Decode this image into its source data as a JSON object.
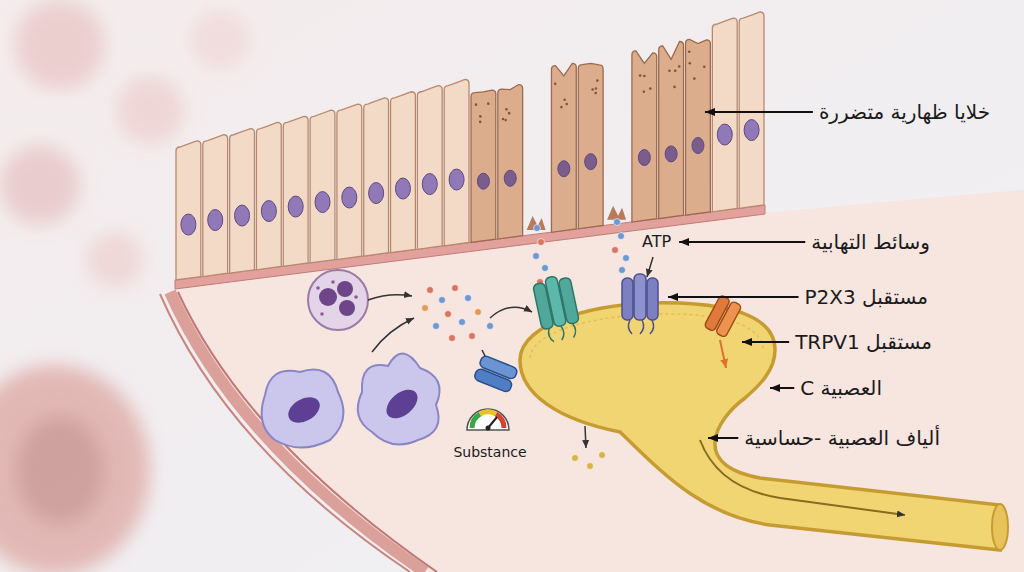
{
  "diagram": {
    "labels": [
      "خلايا ظهارية متضررة",
      "وسائط التهابية",
      "ATP",
      "مستقبل P2X3",
      "مستقبل TRPV1",
      "C العصبية",
      "ألياف العصبية -حساسية",
      "Substance"
    ]
  }
}
